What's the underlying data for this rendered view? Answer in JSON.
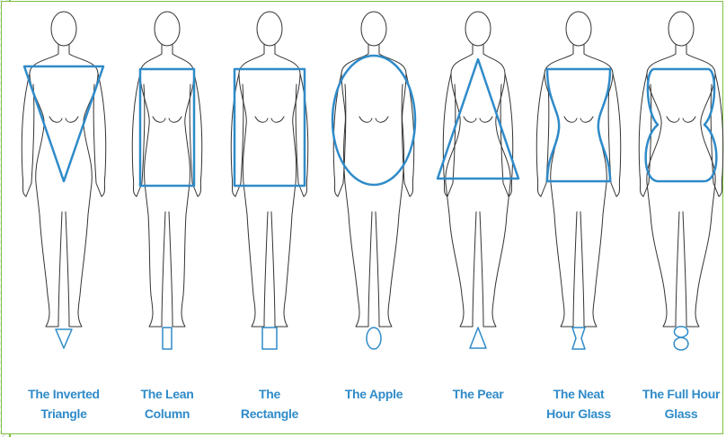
{
  "shapes": [
    {
      "id": "inverted-triangle",
      "line1": "The Inverted",
      "line2": "Triangle",
      "symbol": "inverted-triangle-icon"
    },
    {
      "id": "lean-column",
      "line1": "The Lean",
      "line2": "Column",
      "symbol": "narrow-rectangle-icon"
    },
    {
      "id": "rectangle",
      "line1": "The",
      "line2": "Rectangle",
      "symbol": "rectangle-icon"
    },
    {
      "id": "apple",
      "line1": "The Apple",
      "line2": "",
      "symbol": "oval-icon"
    },
    {
      "id": "pear",
      "line1": "The Pear",
      "line2": "",
      "symbol": "triangle-icon"
    },
    {
      "id": "neat-hour-glass",
      "line1": "The Neat",
      "line2": "Hour Glass",
      "symbol": "hourglass-icon"
    },
    {
      "id": "full-hour-glass",
      "line1": "The Full Hour",
      "line2": "Glass",
      "symbol": "figure-eight-icon"
    }
  ],
  "colors": {
    "outline": "#2f8bc9",
    "figure": "#333333",
    "border": "#7cc142"
  }
}
